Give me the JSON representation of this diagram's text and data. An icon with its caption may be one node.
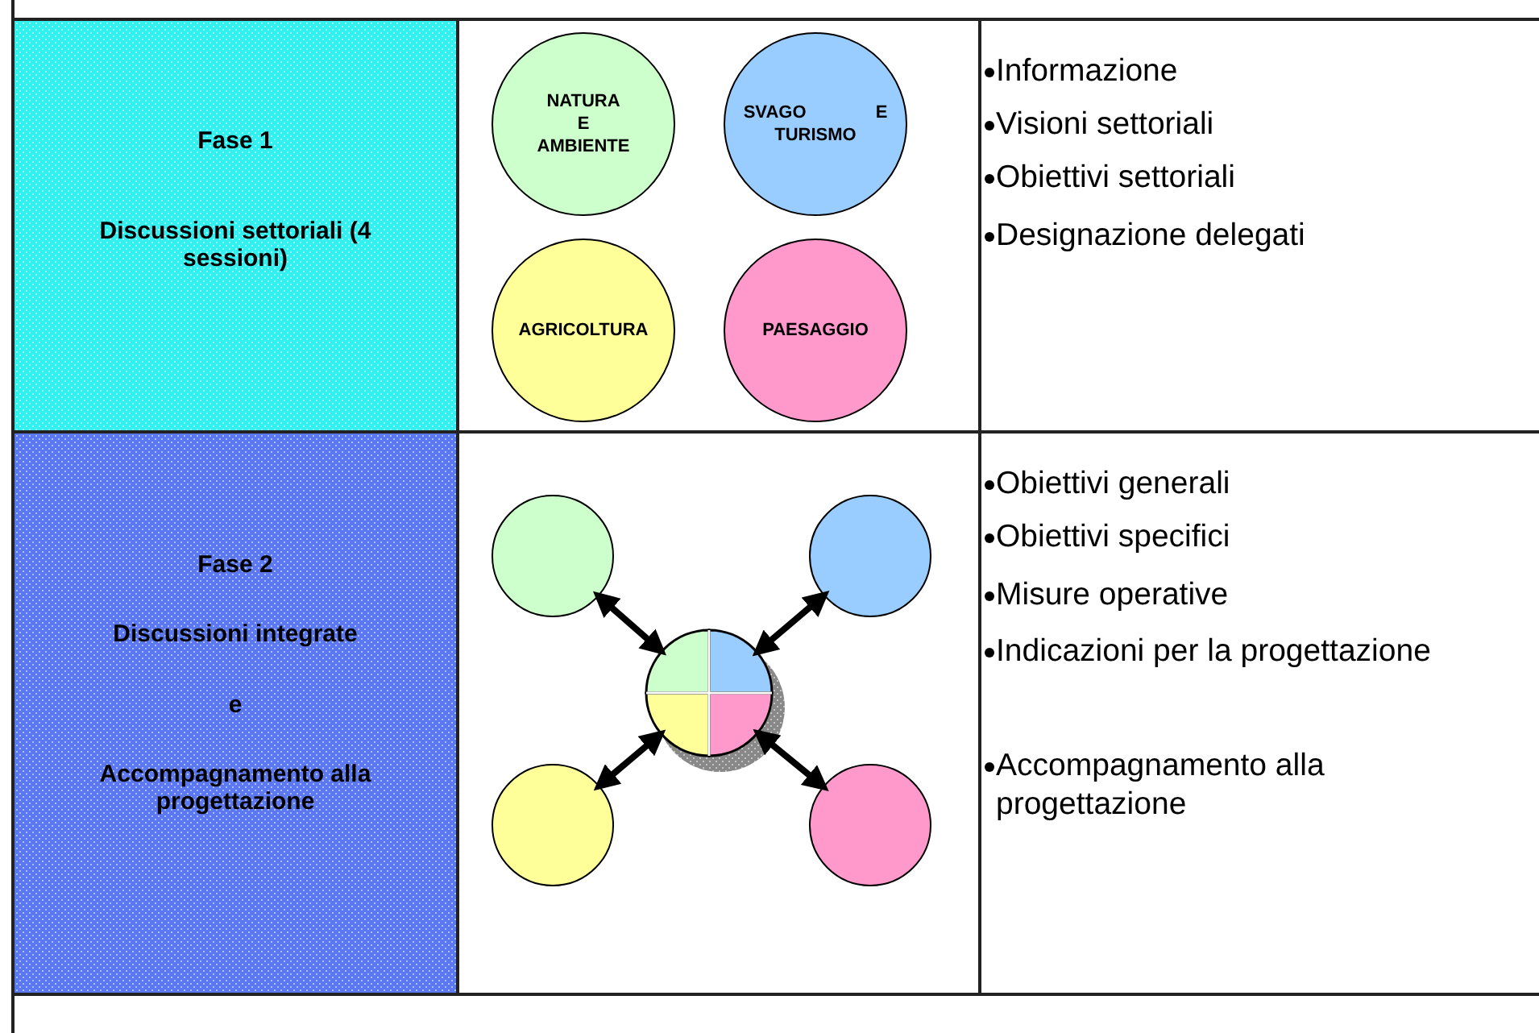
{
  "diagram": {
    "nodes": [
      {
        "text": [
          "Fase 1",
          "Discussioni settoriali (4 sessioni)"
        ]
      },
      {
        "text": [
          "NATURA E AMBIENTE"
        ]
      },
      {
        "text": [
          "SVAGO E TURISMO"
        ]
      },
      {
        "text": [
          "AGRICOLTURA"
        ]
      },
      {
        "text": [
          "PAESAGGIO"
        ]
      },
      {
        "text": [
          "Fase 2",
          "Discussioni integrate",
          "e",
          "Accompagnamento alla progettazione"
        ]
      },
      {
        "text": [],
        "shape": "circle"
      },
      {
        "text": [],
        "shape": "circle"
      },
      {
        "text": [],
        "shape": "circle"
      },
      {
        "text": [],
        "shape": "circle"
      },
      {
        "text": [],
        "shape": "circle"
      }
    ],
    "edges": [
      {
        "from": 8,
        "to": 6,
        "arrow": "both"
      },
      {
        "from": 8,
        "to": 7,
        "arrow": "both"
      },
      {
        "from": 8,
        "to": 9,
        "arrow": "both"
      },
      {
        "from": 8,
        "to": 10,
        "arrow": "both"
      }
    ],
    "labels": [
      "Informazione",
      "Visioni settoriali",
      "Obiettivi settoriali",
      "Designazione delegati",
      "Obiettivi generali",
      "Obiettivi specifici",
      "Misure operative",
      "Indicazioni per la progettazione",
      "Accompagnamento alla progettazione"
    ]
  }
}
